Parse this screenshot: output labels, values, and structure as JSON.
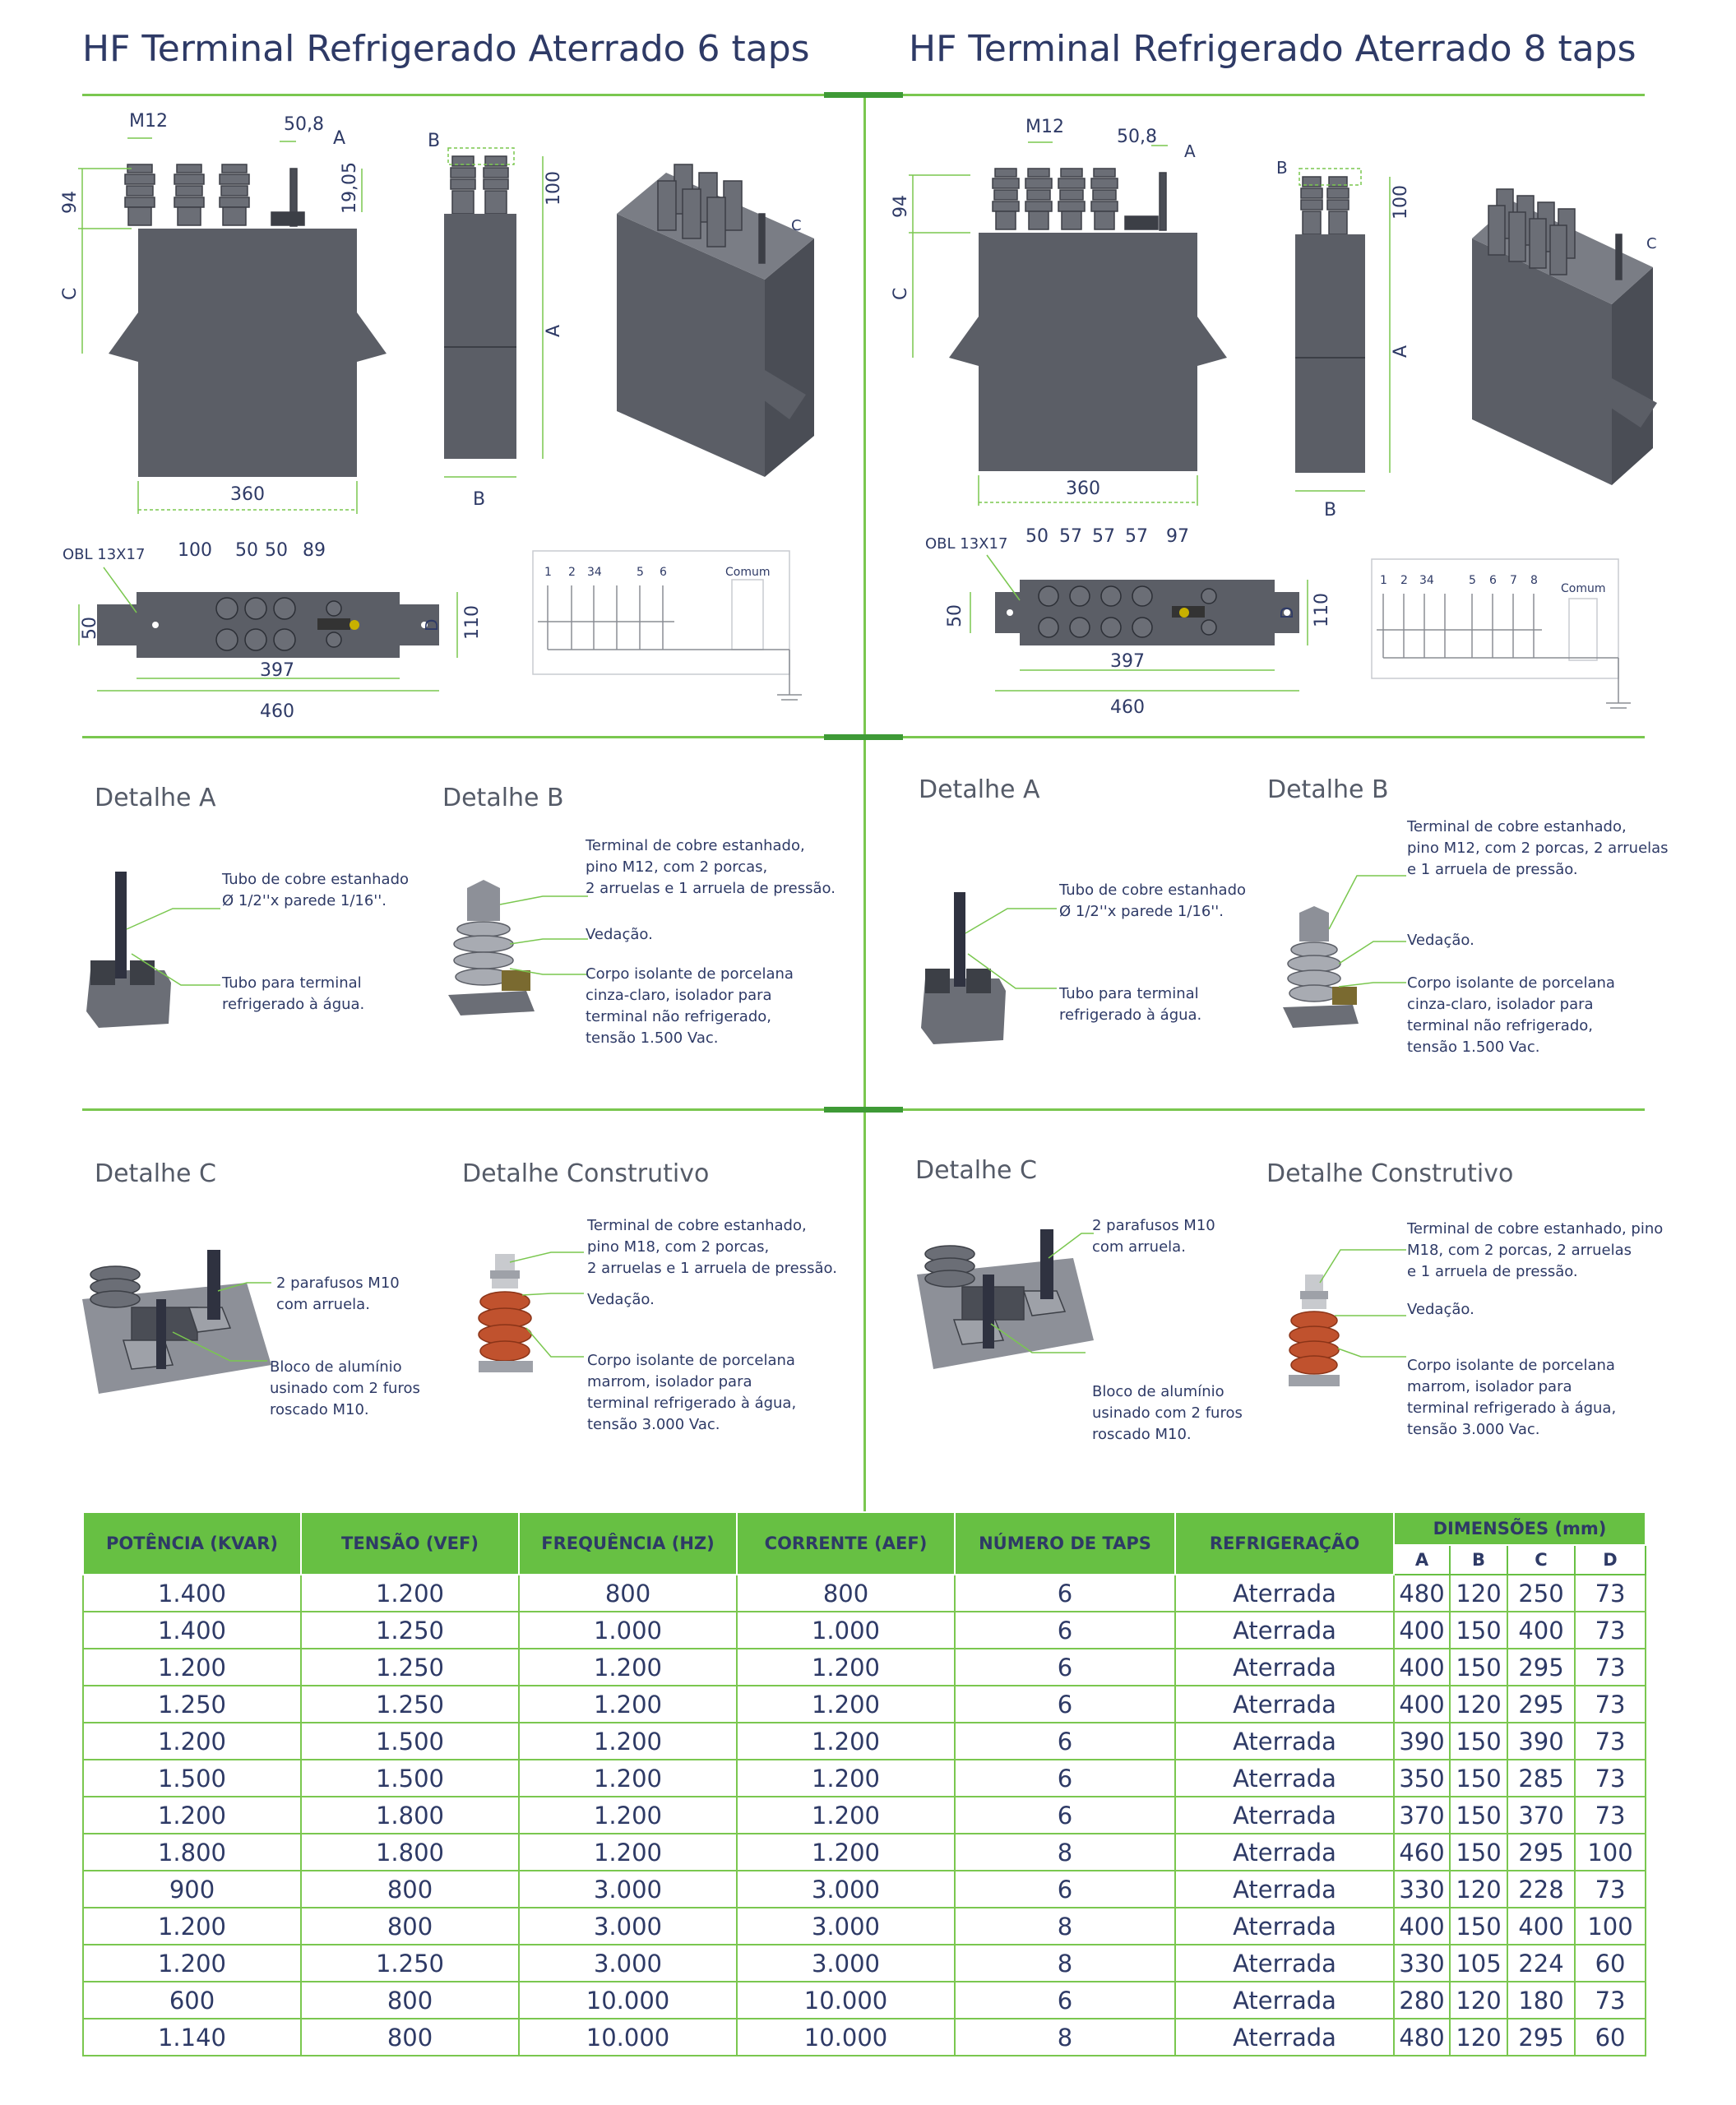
{
  "titles": {
    "left": "HF Terminal Refrigerado Aterrado 6 taps",
    "right": "HF Terminal Refrigerado Aterrado 8 taps"
  },
  "drawing_left": {
    "top_labels": {
      "m12": "M12",
      "fifty_eight": "50,8",
      "a": "A",
      "nineteen": "19,05",
      "ninety_four": "94",
      "c": "C",
      "w360": "360"
    },
    "side_labels": {
      "b_top": "B",
      "h100": "100",
      "a_side": "A",
      "b_bottom": "B"
    },
    "iso_label": "C",
    "plan_labels": {
      "obl": "OBL 13X17",
      "d100": "100",
      "d50a": "50",
      "d50b": "50",
      "d89": "89",
      "h50": "50",
      "d": "D",
      "h110": "110",
      "w397": "397",
      "w460": "460"
    },
    "schematic": {
      "taps": [
        "1",
        "2",
        "34",
        "5",
        "6"
      ],
      "common": "Comum"
    }
  },
  "drawing_right": {
    "top_labels": {
      "m12": "M12",
      "fifty_eight": "50,8",
      "a": "A",
      "ninety_four": "94",
      "c": "C",
      "w360": "360"
    },
    "side_labels": {
      "b_top": "B",
      "h100": "100",
      "a_side": "A",
      "b_bottom": "B"
    },
    "iso_label": "C",
    "plan_labels": {
      "obl": "OBL 13X17",
      "d50": "50",
      "d57a": "57",
      "d57b": "57",
      "d57c": "57",
      "d97": "97",
      "h50": "50",
      "d": "D",
      "h110": "110",
      "w397": "397",
      "w460": "460"
    },
    "schematic": {
      "taps": [
        "1",
        "2",
        "34",
        "5",
        "6",
        "7",
        "8"
      ],
      "common": "Comum"
    }
  },
  "details_left": {
    "a_title": "Detalhe A",
    "a_callout1": "Tubo de cobre estanhado\nØ 1/2''x parede 1/16''.",
    "a_callout2": "Tubo para terminal\nrefrigerado à água.",
    "b_title": "Detalhe B",
    "b_callout1": "Terminal de cobre estanhado,\npino M12, com 2 porcas,\n2 arruelas e 1 arruela de pressão.",
    "b_callout2": "Vedação.",
    "b_callout3": "Corpo isolante de porcelana\ncinza-claro, isolador para\nterminal não refrigerado,\ntensão 1.500 Vac.",
    "c_title": "Detalhe C",
    "c_callout1": "2 parafusos M10\ncom arruela.",
    "c_callout2": "Bloco de alumínio\nusinado com 2 furos\nroscado M10.",
    "k_title": "Detalhe Construtivo",
    "k_callout1": "Terminal de cobre estanhado,\npino M18, com 2 porcas,\n2 arruelas e 1 arruela de pressão.",
    "k_callout2": "Vedação.",
    "k_callout3": "Corpo isolante de porcelana\nmarrom, isolador para\nterminal refrigerado à água,\ntensão 3.000 Vac."
  },
  "details_right": {
    "a_title": "Detalhe A",
    "a_callout1": "Tubo de cobre estanhado\nØ 1/2''x parede 1/16''.",
    "a_callout2": "Tubo para terminal\nrefrigerado à água.",
    "b_title": "Detalhe B",
    "b_callout1": "Terminal de cobre estanhado,\npino M12, com 2 porcas, 2 arruelas\ne 1 arruela de pressão.",
    "b_callout2": "Vedação.",
    "b_callout3": "Corpo isolante de porcelana\ncinza-claro, isolador para\nterminal não refrigerado,\ntensão 1.500 Vac.",
    "c_title": "Detalhe C",
    "c_callout1": "2 parafusos M10\ncom arruela.",
    "c_callout2": "Bloco de alumínio\nusinado com 2 furos\nroscado M10.",
    "k_title": "Detalhe Construtivo",
    "k_callout1": "Terminal de cobre estanhado, pino\nM18, com 2 porcas, 2 arruelas\ne 1 arruela de pressão.",
    "k_callout2": "Vedação.",
    "k_callout3": "Corpo isolante de porcelana\nmarrom, isolador para\nterminal refrigerado à água,\ntensão 3.000 Vac."
  },
  "table": {
    "headers": [
      "POTÊNCIA (KVAR)",
      "TENSÃO (VEF)",
      "FREQUÊNCIA (HZ)",
      "CORRENTE (AEF)",
      "NÚMERO DE TAPS",
      "REFRIGERAÇÃO"
    ],
    "dim_header": "DIMENSÕES (mm)",
    "dim_sub": [
      "A",
      "B",
      "C",
      "D"
    ],
    "rows": [
      [
        "1.400",
        "1.200",
        "800",
        "800",
        "6",
        "Aterrada",
        "480",
        "120",
        "250",
        "73"
      ],
      [
        "1.400",
        "1.250",
        "1.000",
        "1.000",
        "6",
        "Aterrada",
        "400",
        "150",
        "400",
        "73"
      ],
      [
        "1.200",
        "1.250",
        "1.200",
        "1.200",
        "6",
        "Aterrada",
        "400",
        "150",
        "295",
        "73"
      ],
      [
        "1.250",
        "1.250",
        "1.200",
        "1.200",
        "6",
        "Aterrada",
        "400",
        "120",
        "295",
        "73"
      ],
      [
        "1.200",
        "1.500",
        "1.200",
        "1.200",
        "6",
        "Aterrada",
        "390",
        "150",
        "390",
        "73"
      ],
      [
        "1.500",
        "1.500",
        "1.200",
        "1.200",
        "6",
        "Aterrada",
        "350",
        "150",
        "285",
        "73"
      ],
      [
        "1.200",
        "1.800",
        "1.200",
        "1.200",
        "6",
        "Aterrada",
        "370",
        "150",
        "370",
        "73"
      ],
      [
        "1.800",
        "1.800",
        "1.200",
        "1.200",
        "8",
        "Aterrada",
        "460",
        "150",
        "295",
        "100"
      ],
      [
        "900",
        "800",
        "3.000",
        "3.000",
        "6",
        "Aterrada",
        "330",
        "120",
        "228",
        "73"
      ],
      [
        "1.200",
        "800",
        "3.000",
        "3.000",
        "8",
        "Aterrada",
        "400",
        "150",
        "400",
        "100"
      ],
      [
        "1.200",
        "1.250",
        "3.000",
        "3.000",
        "8",
        "Aterrada",
        "330",
        "105",
        "224",
        "60"
      ],
      [
        "600",
        "800",
        "10.000",
        "10.000",
        "6",
        "Aterrada",
        "280",
        "120",
        "180",
        "73"
      ],
      [
        "1.140",
        "800",
        "10.000",
        "10.000",
        "8",
        "Aterrada",
        "480",
        "120",
        "295",
        "60"
      ]
    ]
  },
  "colors": {
    "accent_green": "#7ac74f",
    "header_green": "#67c043",
    "text_navy": "#2e3a66",
    "capacitor_gray": "#5b5e66",
    "porcelain_brown": "#c0522e"
  }
}
